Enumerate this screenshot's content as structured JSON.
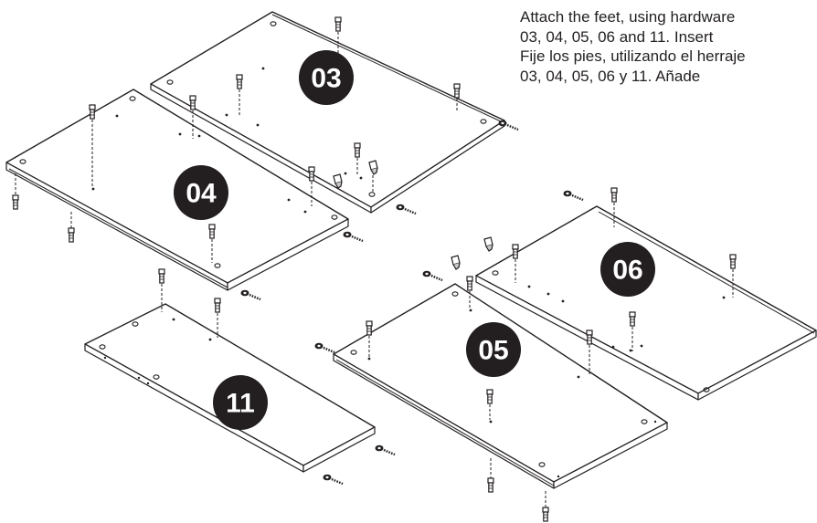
{
  "instructions": {
    "line1": "Attach the feet, using hardware",
    "line2": "03, 04, 05, 06 and 11. Insert",
    "line3": "Fije los pies, utilizando el herraje",
    "line4": "03, 04, 05, 06 y 11. Añade"
  },
  "panels": {
    "p03": "03",
    "p04": "04",
    "p05": "05",
    "p06": "06",
    "p11": "11"
  },
  "colors": {
    "line": "#231f20",
    "badge": "#231f20",
    "badge_text": "#ffffff",
    "background": "#ffffff"
  }
}
